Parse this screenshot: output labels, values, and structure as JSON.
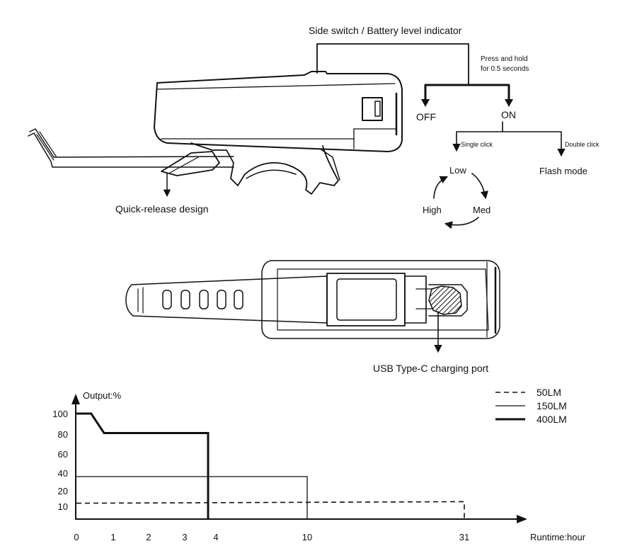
{
  "top_diagram": {
    "side_switch_label": "Side switch / Battery level indicator",
    "press_hold_line1": "Press and hold",
    "press_hold_line2": "for 0.5 seconds",
    "off_label": "OFF",
    "on_label": "ON",
    "single_click_label": "Single click",
    "double_click_label": "Double click",
    "flash_mode_label": "Flash mode",
    "low_label": "Low",
    "med_label": "Med",
    "high_label": "High",
    "quick_release_label": "Quick-release design"
  },
  "bottom_view": {
    "usb_label": "USB Type-C charging port"
  },
  "chart_data": {
    "type": "line",
    "ylabel": "Output:%",
    "xlabel": "Runtime:hour",
    "y_ticks": [
      "100",
      "80",
      "60",
      "40",
      "20",
      "10"
    ],
    "x_ticks": [
      "0",
      "1",
      "2",
      "3",
      "4",
      "10",
      "31"
    ],
    "series": [
      {
        "name": "50LM",
        "style": "dashed",
        "points": [
          [
            0,
            12
          ],
          [
            31,
            13
          ],
          [
            31,
            0
          ]
        ]
      },
      {
        "name": "150LM",
        "style": "thin",
        "points": [
          [
            0,
            36
          ],
          [
            10,
            36
          ],
          [
            10,
            0
          ]
        ]
      },
      {
        "name": "400LM",
        "style": "thick",
        "points": [
          [
            0,
            100
          ],
          [
            0.4,
            100
          ],
          [
            0.75,
            81
          ],
          [
            3.75,
            81
          ],
          [
            3.75,
            0
          ]
        ]
      }
    ],
    "legend_position": "top-right"
  }
}
